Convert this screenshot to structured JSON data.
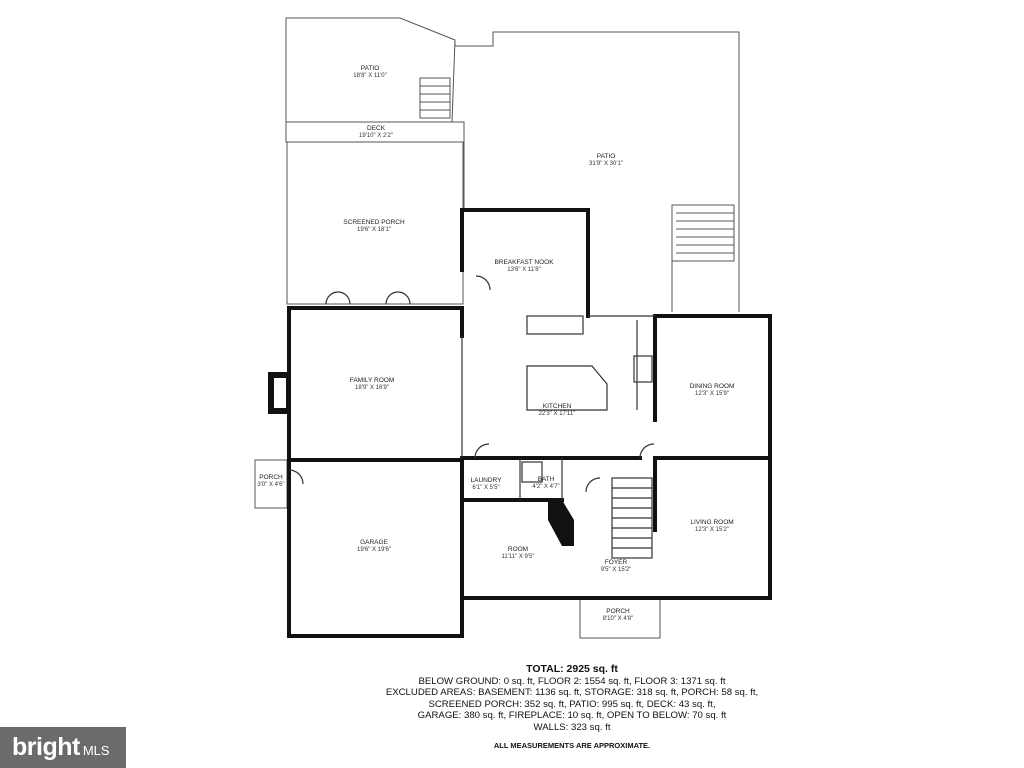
{
  "rooms": [
    {
      "id": "patio-small",
      "name": "PATIO",
      "dims": "18'8\" X 11'0\""
    },
    {
      "id": "patio-large",
      "name": "PATIO",
      "dims": "31'9\" X 30'1\""
    },
    {
      "id": "deck",
      "name": "DECK",
      "dims": "19'10\" X 2'2\""
    },
    {
      "id": "screened-porch",
      "name": "SCREENED PORCH",
      "dims": "19'6\" X 18'1\""
    },
    {
      "id": "breakfast-nook",
      "name": "BREAKFAST NOOK",
      "dims": "13'6\" X 11'8\""
    },
    {
      "id": "family-room",
      "name": "FAMILY ROOM",
      "dims": "18'9\" X 16'9\""
    },
    {
      "id": "kitchen",
      "name": "KITCHEN",
      "dims": "22'3\" X 17'11\""
    },
    {
      "id": "dining-room",
      "name": "DINING ROOM",
      "dims": "12'3\" X 15'9\""
    },
    {
      "id": "porch-side",
      "name": "PORCH",
      "dims": "3'0\" X 4'6\""
    },
    {
      "id": "laundry",
      "name": "LAUNDRY",
      "dims": "6'1\" X 5'5\""
    },
    {
      "id": "bath",
      "name": "BATH",
      "dims": "4'2\" X 4'7\""
    },
    {
      "id": "garage",
      "name": "GARAGE",
      "dims": "19'6\" X 19'6\""
    },
    {
      "id": "room",
      "name": "ROOM",
      "dims": "11'11\" X 9'5\""
    },
    {
      "id": "foyer",
      "name": "FOYER",
      "dims": "9'5\" X 15'2\""
    },
    {
      "id": "living-room",
      "name": "LIVING ROOM",
      "dims": "12'3\" X 15'2\""
    },
    {
      "id": "porch-front",
      "name": "PORCH",
      "dims": "8'10\" X 4'8\""
    }
  ],
  "summary": {
    "total": "TOTAL: 2925 sq. ft",
    "lines": [
      "BELOW GROUND: 0 sq. ft, FLOOR 2: 1554 sq. ft, FLOOR 3: 1371 sq. ft",
      "EXCLUDED AREAS: BASEMENT: 1136 sq. ft, STORAGE: 318 sq. ft, PORCH: 58 sq. ft,",
      "SCREENED PORCH: 352 sq. ft, PATIO: 995 sq. ft, DECK: 43 sq. ft,",
      "GARAGE: 380 sq. ft, FIREPLACE: 10 sq. ft, OPEN TO BELOW: 70 sq. ft",
      "WALLS: 323 sq. ft"
    ],
    "note": "ALL MEASUREMENTS ARE APPROXIMATE."
  },
  "watermark": {
    "brand": "bright",
    "suffix": "MLS"
  }
}
